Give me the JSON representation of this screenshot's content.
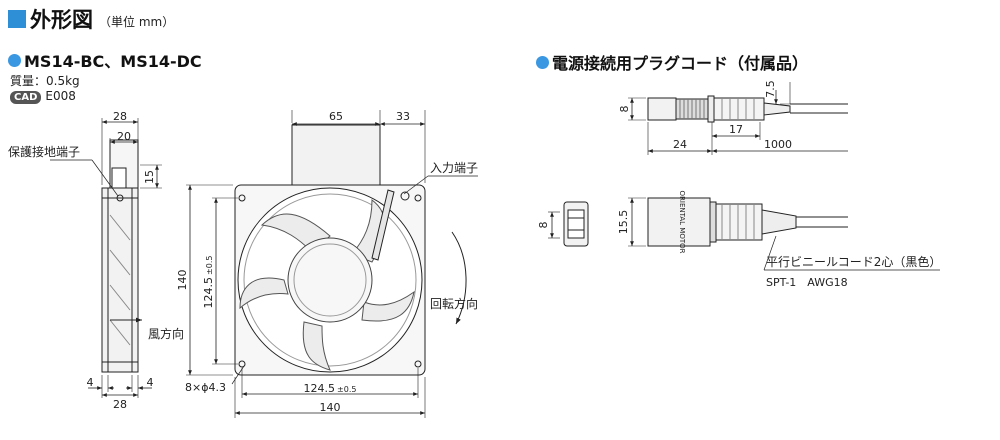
{
  "header": {
    "title": "外形図",
    "unit": "（単位 mm）"
  },
  "model_section": {
    "title": "MS14-BC、MS14-DC",
    "mass_label": "質量：0.5kg",
    "cad_badge": "CAD",
    "cad_code": "E008"
  },
  "plug_section": {
    "title": "電源接続用プラグコード（付属品）"
  },
  "side_view": {
    "dim_top_outer": "28",
    "dim_top_inner": "20",
    "dim_side_15": "15",
    "label_ground_terminal": "保護接地端子",
    "label_airflow": "風方向",
    "dim_bottom_left": "4",
    "dim_bottom_right": "4",
    "dim_bottom_28": "28"
  },
  "front_view": {
    "dim_65": "65",
    "dim_33": "33",
    "label_input_terminal": "入力端子",
    "dim_height_140": "140",
    "dim_pitch_vertical": "124.5",
    "tol_vertical": "±0.5",
    "label_rotation": "回転方向",
    "label_holes": "8×ϕ4.3",
    "dim_pitch_horizontal": "124.5",
    "tol_horizontal": "±0.5",
    "dim_width_140": "140"
  },
  "plug_top_view": {
    "dim_8": "8",
    "dim_7_5": "7.5",
    "dim_17": "17",
    "dim_24": "24",
    "dim_1000": "1000"
  },
  "plug_side_view": {
    "dim_8": "8",
    "dim_15_5": "15.5",
    "brand_text": "ORIENTAL MOTOR",
    "cable_desc": "平行ビニールコード2心（黒色）",
    "cable_spec": "SPT-1　AWG18"
  }
}
